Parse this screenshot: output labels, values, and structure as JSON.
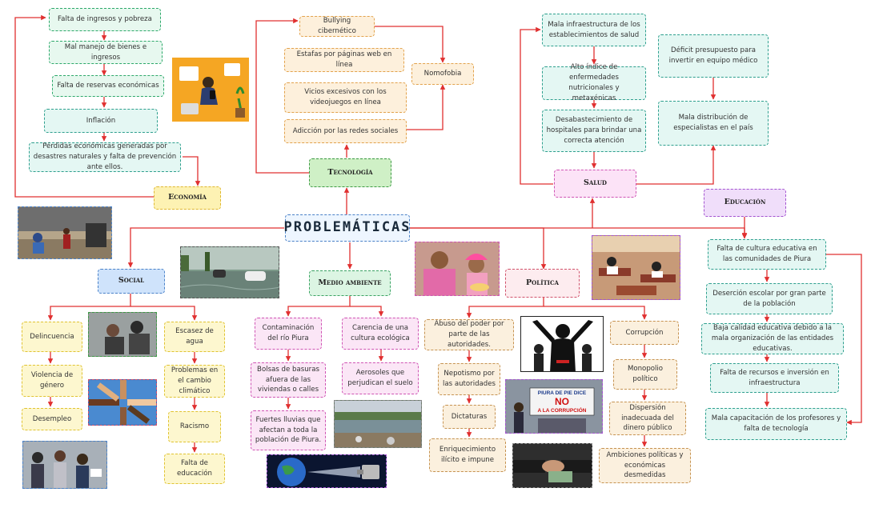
{
  "root": "PROBLEMÁTICAS",
  "categories": {
    "economia": "Economía",
    "tecnologia": "Tecnología",
    "salud": "Salud",
    "educacion": "Educación",
    "social": "Social",
    "medio_ambiente": "Medio ambiente",
    "politica": "Política"
  },
  "economia": [
    "Falta de ingresos y pobreza",
    "Mal manejo de bienes e ingresos",
    "Falta de reservas económicas",
    "Inflación",
    "Pérdidas económicas generadas por desastres naturales y falta de prevención ante ellos."
  ],
  "tecnologia": [
    "Bullying cibernético",
    "Estafas por páginas web en línea",
    "Vicios excesivos con los videojuegos en línea",
    "Adicción por las redes sociales",
    "Nomofobia"
  ],
  "salud": [
    "Mala infraestructura de los establecimientos de salud",
    "Alto índice de enfermedades nutricionales y metaxénicas",
    "Desabastecimiento de hospitales para brindar una correcta atención",
    "Déficit presupuesto para invertir en equipo médico",
    "Mala distribución de especialistas en el país"
  ],
  "educacion": [
    "Falta de cultura educativa en las comunidades de Piura",
    "Deserción escolar por gran parte de la población",
    "Baja calidad educativa debido a la mala organización de las entidades educativas.",
    "Falta de recursos e inversión en infraestructura",
    "Mala capacitación de los profesores y falta de tecnología"
  ],
  "social": [
    "Delincuencia",
    "Violencia de género",
    "Desempleo",
    "Escasez de agua",
    "Problemas en el cambio climático",
    "Racismo",
    "Falta de educación"
  ],
  "medio_ambiente": [
    "Contaminación del río Piura",
    "Bolsas de basuras afuera de las viviendas o calles",
    "Fuertes lluvias que afectan a toda la población de Piura.",
    "Carencia de una cultura ecológica",
    "Aerosoles que perjudican el suelo"
  ],
  "politica": [
    "Abuso del poder por parte de las autoridades.",
    "Nepotismo por las autoridades",
    "Dictaturas",
    "Enriquecimiento ilícito e impune",
    "Corrupción",
    "Monopolio político",
    "Dispersión inadecuada del dinero público",
    "Ambiciones políticas y económicas desmedidas"
  ],
  "photo_sign": {
    "line1": "PIURA DE PIE DICE",
    "line2": "NO",
    "line3": "A LA CORRUPCIÓN"
  },
  "colors": {
    "connector": "#e03030"
  }
}
